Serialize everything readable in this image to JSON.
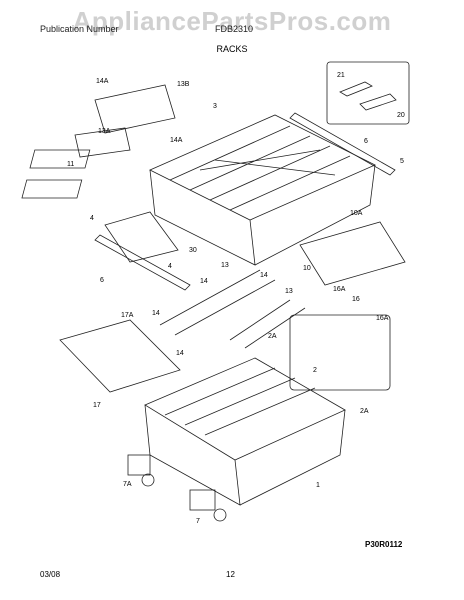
{
  "header": {
    "left_text": "Publication Number",
    "model": "FDB2310",
    "section": "RACKS"
  },
  "watermark": "AppliancePartsPros.com",
  "diagram_code": "P30R0112",
  "footer": {
    "date": "03/08",
    "page": "12"
  },
  "callouts": [
    "14A",
    "13B",
    "3",
    "13A",
    "14A",
    "11",
    "6",
    "5",
    "4",
    "30",
    "10A",
    "10",
    "4",
    "6",
    "13",
    "14",
    "14",
    "13",
    "16A",
    "16",
    "16A",
    "17A",
    "14",
    "2A",
    "2",
    "14",
    "17",
    "2A",
    "1",
    "7A",
    "7",
    "21",
    "20"
  ]
}
